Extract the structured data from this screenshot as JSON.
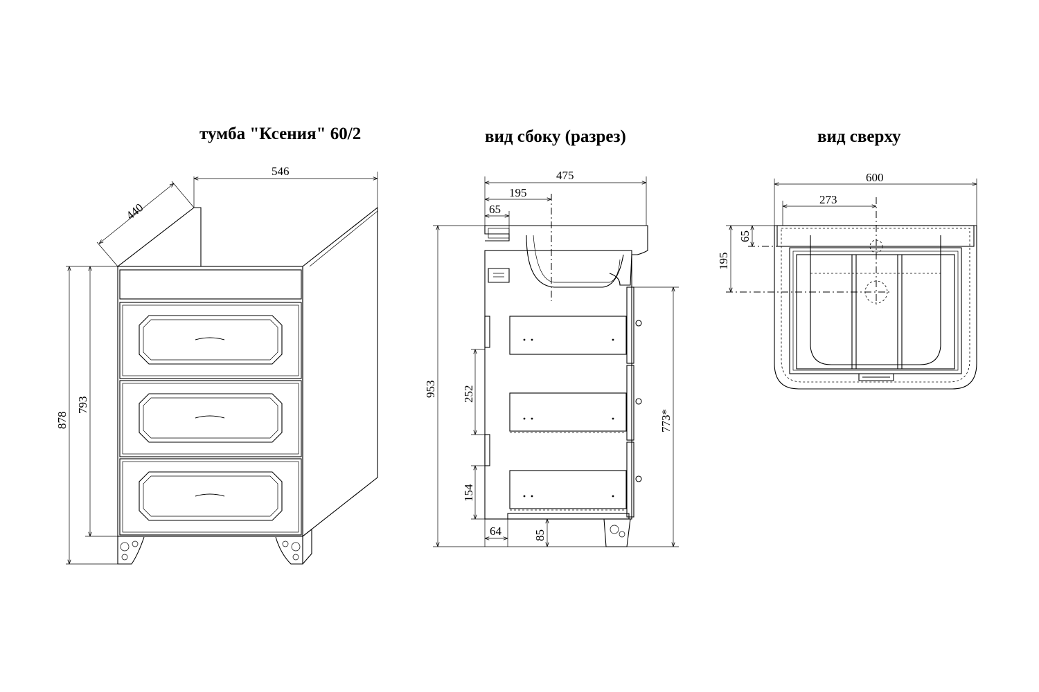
{
  "titles": {
    "front": "тумба \"Ксения\" 60/2",
    "side": "вид сбоку (разрез)",
    "top": "вид сверху"
  },
  "dims": {
    "front_width": "546",
    "front_depth": "440",
    "front_total_height": "878",
    "front_body_height": "793",
    "side_depth": "475",
    "side_195": "195",
    "side_65": "65",
    "side_total_height": "953",
    "side_252": "252",
    "side_154": "154",
    "side_64": "64",
    "side_85": "85",
    "side_773": "773*",
    "top_width": "600",
    "top_273": "273",
    "top_65": "65",
    "top_195": "195"
  },
  "colors": {
    "line": "#000000",
    "background": "#ffffff"
  }
}
